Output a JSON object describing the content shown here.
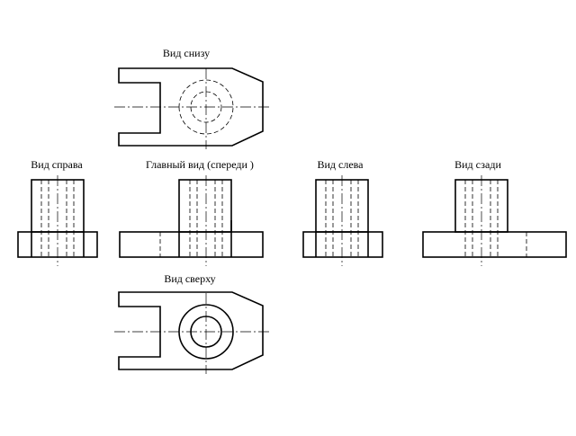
{
  "labels": {
    "bottom_view": "Вид снизу",
    "right_view": "Вид справа",
    "front_view": "Главный вид  (спереди )",
    "left_view": "Вид слева",
    "rear_view": "Вид сзади",
    "top_view": "Вид сверху"
  }
}
